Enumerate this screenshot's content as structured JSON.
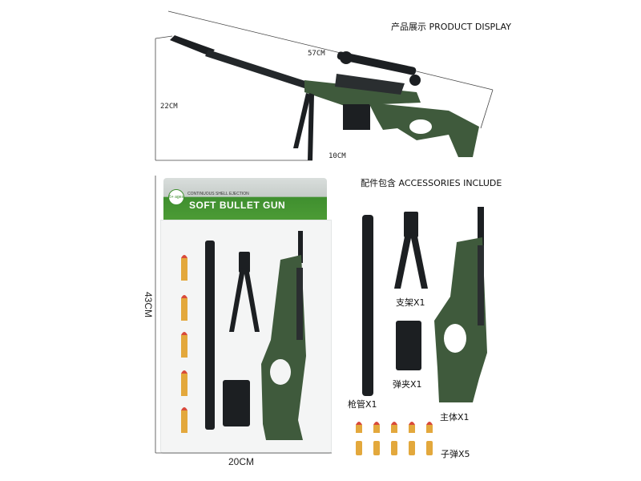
{
  "product_display": {
    "label": "产品展示 PRODUCT DISPLAY"
  },
  "dimensions": {
    "length": "57CM",
    "height": "22CM",
    "bipod_height": "10CM",
    "package_height": "43CM",
    "package_width": "20CM"
  },
  "package": {
    "title": "SOFT BULLET GUN",
    "subtitle": "CONTINUOUS SHELL EJECTION",
    "age_badge": "6+ ages"
  },
  "accessories": {
    "header": "配件包含 ACCESSORIES INCLUDE",
    "items": [
      {
        "label": "枪管X1"
      },
      {
        "label": "支架X1"
      },
      {
        "label": "弹夹X1"
      },
      {
        "label": "主体X1"
      },
      {
        "label": "子弹X5"
      }
    ]
  },
  "colors": {
    "gun_green": "#3f5a3c",
    "gun_black": "#1c1f22",
    "brand_green": "#4c9b35",
    "bullet_tip": "#d94a3a",
    "bullet_body": "#e3a83c"
  }
}
